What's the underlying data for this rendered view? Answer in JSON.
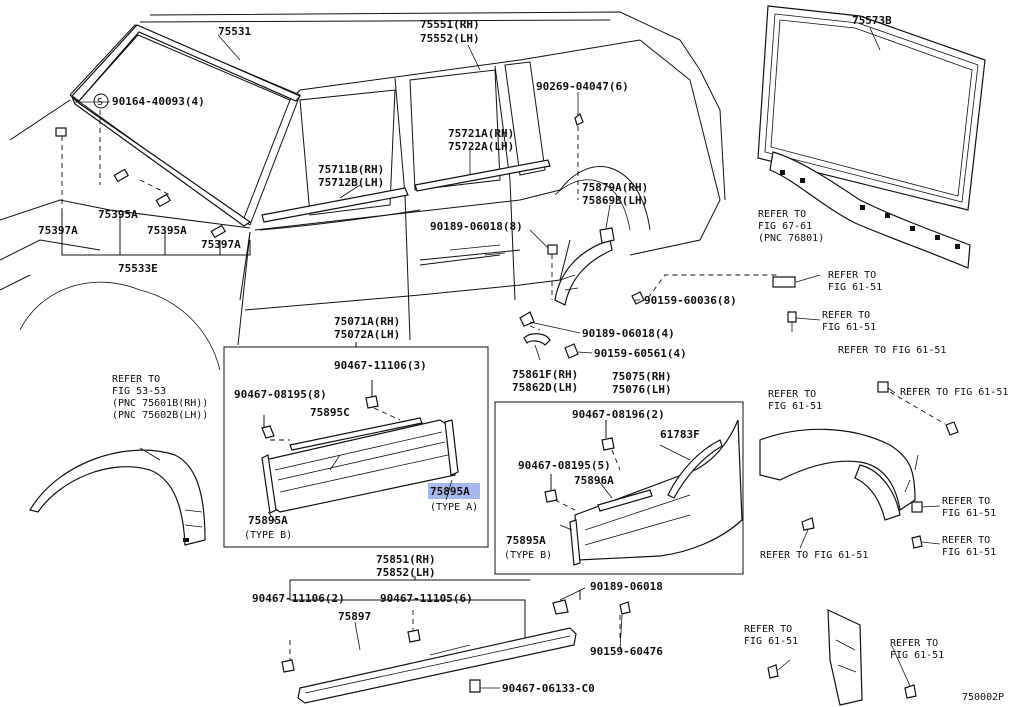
{
  "diagram_code": "750002P",
  "labels": {
    "p75531": "75531",
    "p75551": "75551(RH)",
    "p75552": "75552(LH)",
    "p75573B": "75573B",
    "p90164": "90164-40093(4)",
    "p90269": "90269-04047(6)",
    "p75721A": "75721A(RH)",
    "p75722A": "75722A(LH)",
    "p75711B": "75711B(RH)",
    "p75712B": "75712B(LH)",
    "p75879A": "75879A(RH)",
    "p75869B": "75869B(LH)",
    "p75397A_l": "75397A",
    "p75395A_a": "75395A",
    "p75395A_b": "75395A",
    "p75397A_r": "75397A",
    "p75533E": "75533E",
    "p90189_a": "90189-06018(8)",
    "p90159_a": "90159-60036(8)",
    "p90189_b": "90189-06018(4)",
    "p90159_b": "90159-60561(4)",
    "p75861F": "75861F(RH)",
    "p75862D": "75862D(LH)",
    "p75071A": "75071A(RH)",
    "p75072A": "75072A(LH)",
    "p90467_11106_3": "90467-11106(3)",
    "p90467_08195_8": "90467-08195(8)",
    "p75895C": "75895C",
    "p75895A_hl": "75895A",
    "typeA": "(TYPE A)",
    "p75895A_b": "75895A",
    "typeB_1": "(TYPE B)",
    "p75075": "75075(RH)",
    "p75076": "75076(LH)",
    "p90467_08196": "90467-08196(2)",
    "p61783F": "61783F",
    "p90467_08195_5": "90467-08195(5)",
    "p75896A": "75896A",
    "p75895A_c": "75895A",
    "typeB_2": "(TYPE B)",
    "p75851": "75851(RH)",
    "p75852": "75852(LH)",
    "p90467_11106_2": "90467-11106(2)",
    "p90467_11105": "90467-11105(6)",
    "p75897": "75897",
    "p90189_c": "90189-06018",
    "p90159_c": "90159-60476",
    "p90467_06133": "90467-06133-C0"
  },
  "refers": {
    "r67_1": "REFER TO",
    "r67_2": "FIG 67-61",
    "r67_3": "(PNC 76801)",
    "r61a_1": "REFER TO",
    "r61a_2": "FIG 61-51",
    "r61b_1": "REFER TO",
    "r61b_2": "FIG 61-51",
    "r61c": "REFER TO FIG 61-51",
    "r61d": "REFER TO FIG 61-51",
    "r61e_1": "REFER TO",
    "r61e_2": "FIG 61-51",
    "r61f_1": "REFER TO",
    "r61f_2": "FIG 61-51",
    "r61g": "REFER TO FIG 61-51",
    "r61h_1": "REFER TO",
    "r61h_2": "FIG 61-51",
    "r61i_1": "REFER TO",
    "r61i_2": "FIG 61-51",
    "r61j_1": "REFER TO",
    "r61j_2": "FIG 61-51",
    "r53_1": "REFER TO",
    "r53_2": "FIG 53-53",
    "r53_3": "(PNC 75601B(RH))",
    "r53_4": "(PNC 75602B(LH))"
  },
  "symbols": {
    "s_circle": "S"
  },
  "colors": {
    "highlight": "#8aa0e6",
    "ink": "#111111"
  }
}
